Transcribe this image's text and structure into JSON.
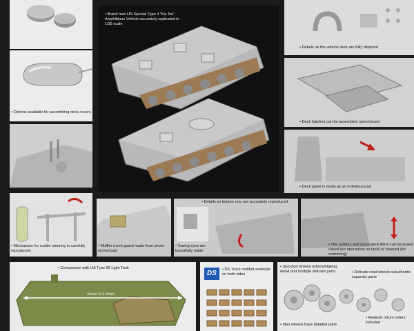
{
  "captions": {
    "main": "Brand new IJN Special Type 4 \"Ka-Tsu\" Amphibious Vehicle accurately replicated in 1/35 scale",
    "deck_details": "Details on the vehicle deck are fully depicted",
    "deck_covers": "Options available for assembling deck covers",
    "hatches": "Deck hatches can be assembled open/closed",
    "deck_panel": "Deck panel is made as an individual part",
    "rudder_mechanism": "Mechanism for rudder steering is carefully reproduced",
    "muffler": "Muffler mesh guard made from photo-etched part",
    "bottom_rear": "Details on bottom rear are accurately reproduced",
    "towing_eyes": "Towing eyes are beautifully made",
    "rudders_tillers": "The rudders and associated tillers can be posed raised (for operations on land) or lowered (for swimming)",
    "comparison": "Comparison with IJA Type 95 Light Tank",
    "length": "About 314.3mm",
    "ds_logo": "DS",
    "ds_track": "DS Track molded w/details on both sides",
    "sprocket": "Sprocket wheels w/breathtaking detail and multiple delicate parts",
    "road_wheels": "Delicate road wheels w/authentic separate parts",
    "return_rollers": "Realistic return rollers included",
    "idler": "Idler wheels have detailed parts"
  },
  "colors": {
    "hull_grey": "#b9b9b9",
    "track_brown": "#9c7a55",
    "olive_green": "#7d8b4a",
    "accent_red": "#c0201c",
    "ds_blue": "#1e5bb5"
  }
}
